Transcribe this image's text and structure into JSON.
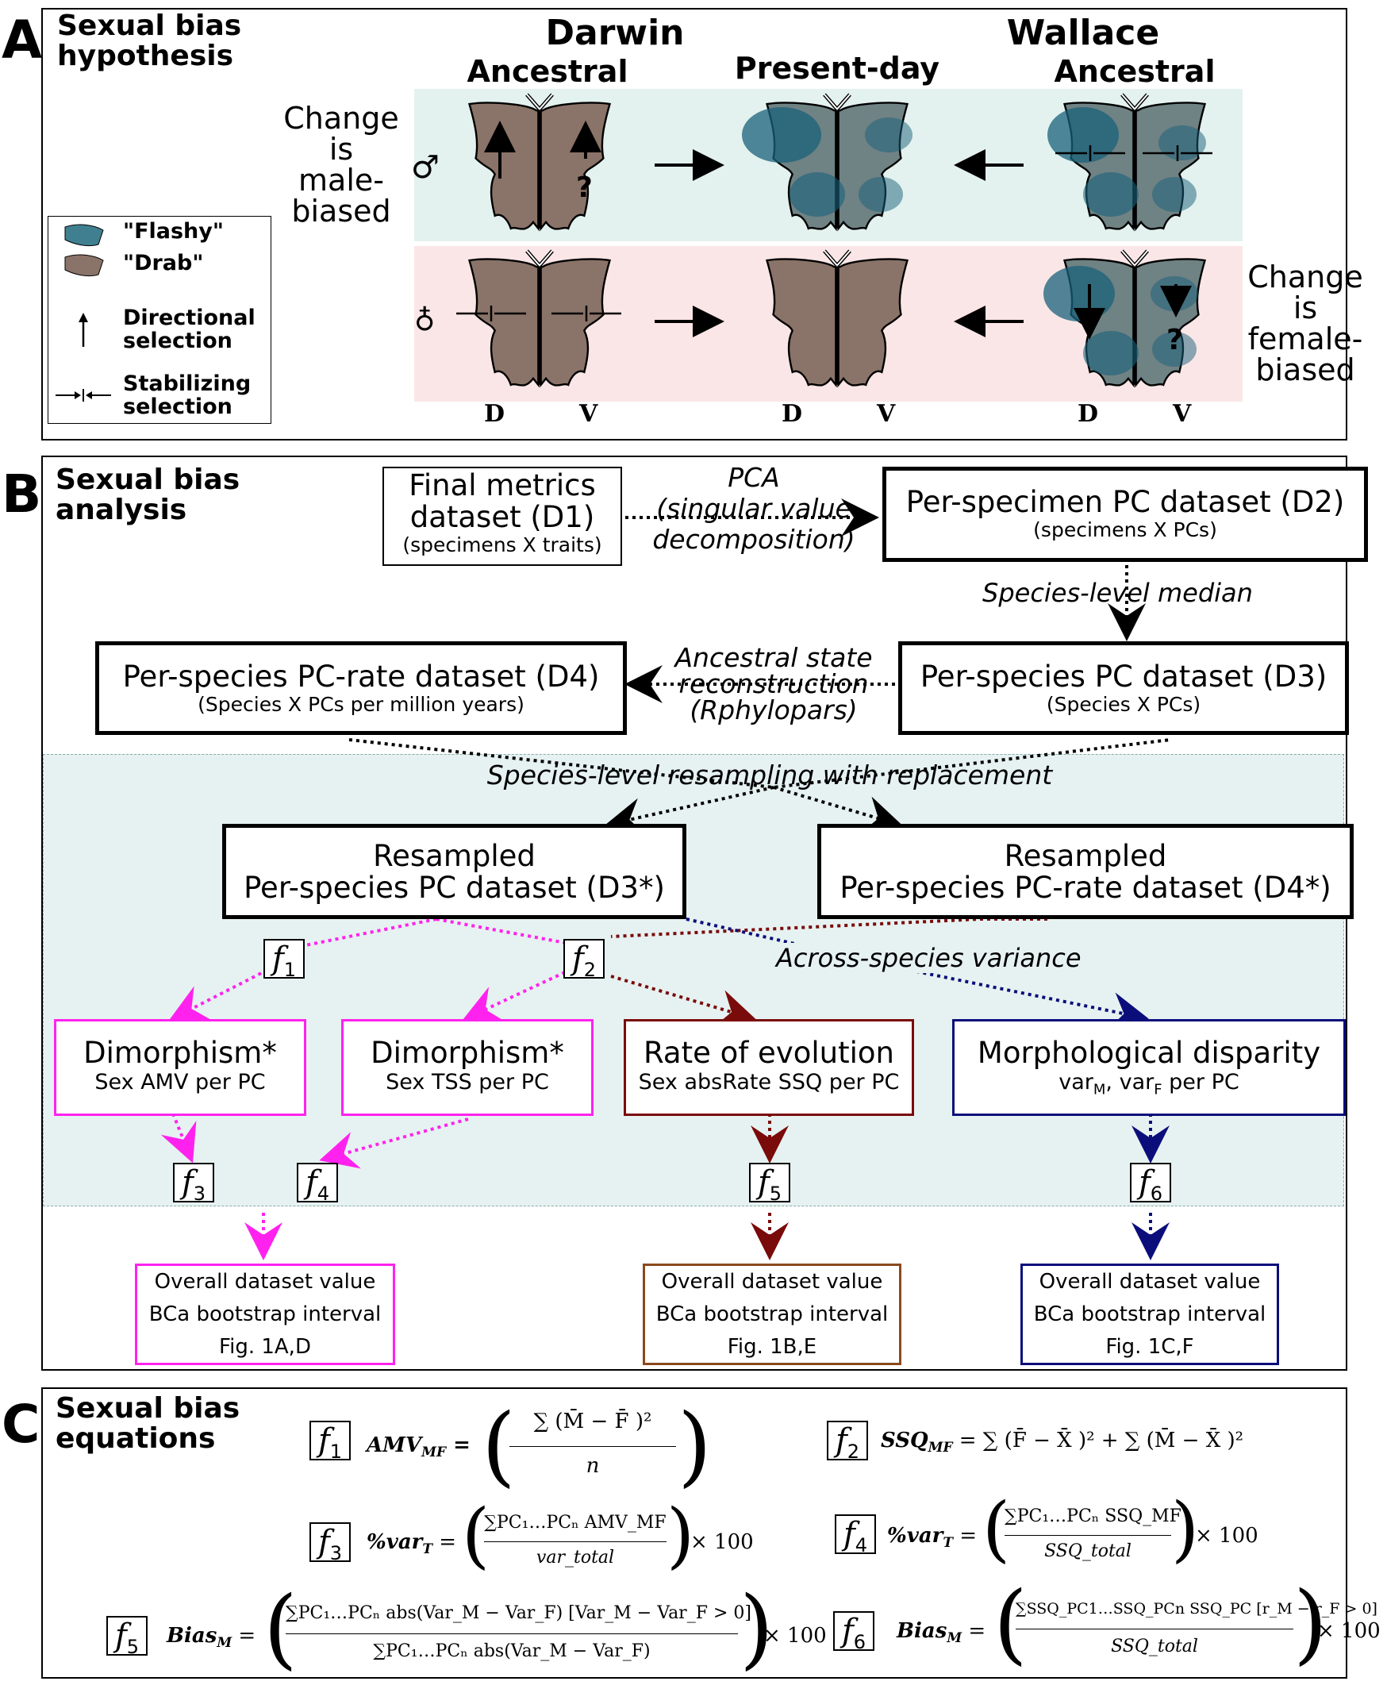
{
  "panel_a": {
    "letter": "A",
    "title": "Sexual bias\nhypothesis",
    "darwin": "Darwin",
    "wallace": "Wallace",
    "col_ancestral_left": "Ancestral",
    "col_present": "Present-day",
    "col_ancestral_right": "Ancestral",
    "male_note": "Change\nis\nmale-\nbiased",
    "female_note": "Change\nis\nfemale-\nbiased",
    "male_symbol": "♂",
    "female_symbol": "♁",
    "question": "?",
    "legend": {
      "flashy": "\"Flashy\"",
      "drab": "\"Drab\"",
      "directional": "Directional\nselection",
      "stabilizing": "Stabilizing\nselection"
    },
    "dv_labels": [
      "D",
      "V",
      "D",
      "V",
      "D",
      "V"
    ],
    "colors": {
      "flashy": "#19607a",
      "drab": "#8a7368",
      "male_band": "#e3f2ef",
      "female_band": "#fbe6e7"
    }
  },
  "panel_b": {
    "letter": "B",
    "title": "Sexual bias\nanalysis",
    "d1": {
      "title": "Final metrics\ndataset (D1)",
      "sub": "(specimens X traits)"
    },
    "pca": "PCA\n(singular value\ndecomposition)",
    "d2": {
      "title": "Per-specimen PC dataset (D2)",
      "sub": "(specimens X PCs)"
    },
    "species_median": "Species-level median",
    "d4": {
      "title": "Per-species PC-rate dataset (D4)",
      "sub": "(Species X PCs per million years)"
    },
    "asr": "Ancestral state\nreconstruction\n(Rphylopars)",
    "d3": {
      "title": "Per-species PC dataset (D3)",
      "sub": "(Species X PCs)"
    },
    "resampling": "Species-level resampling with replacement",
    "d3s": "Resampled\nPer-species PC dataset (D3*)",
    "d4s": "Resampled\nPer-species PC-rate dataset (D4*)",
    "across_species": "Across-species variance",
    "dim1": {
      "title": "Dimorphism*",
      "sub": "Sex AMV per PC"
    },
    "dim2": {
      "title": "Dimorphism*",
      "sub": "Sex TSS per PC"
    },
    "rate": {
      "title": "Rate of evolution",
      "sub": "Sex absRate SSQ per PC"
    },
    "disp": {
      "title": "Morphological disparity",
      "sub_a": "var",
      "sub_m": "M",
      "sub_b": ", var",
      "sub_f": "F",
      "sub_c": " per PC"
    },
    "f_symbol": "f",
    "f_subs": [
      "1",
      "2",
      "3",
      "4",
      "5",
      "6"
    ],
    "out1": [
      "Overall dataset value",
      "BCa bootstrap interval",
      "Fig. 1A,D"
    ],
    "out2": [
      "Overall dataset value",
      "BCa bootstrap interval",
      "Fig. 1B,E"
    ],
    "out3": [
      "Overall dataset value",
      "BCa bootstrap interval",
      "Fig. 1C,F"
    ],
    "colors": {
      "magenta": "#ff22ee",
      "darkred": "#7a0b0b",
      "brown": "#8a4a1c",
      "navy": "#0b0e7a",
      "teal_bg": "#e6f2f1"
    }
  },
  "panel_c": {
    "letter": "C",
    "title": "Sexual bias\nequations",
    "eq1": {
      "lhs": "AMV",
      "lhs_sub": "MF",
      "num": "∑ (M̄ − F̄ )²",
      "den": "n"
    },
    "eq2": {
      "lhs": "SSQ",
      "lhs_sub": "MF",
      "rhs": "= ∑ (F̄ − X̄ )² + ∑ (M̄ − X̄ )²"
    },
    "eq3": {
      "lhs": "%var",
      "lhs_sub": "T",
      "num": "∑PC₁…PCₙ AMV_MF",
      "den": "var_total",
      "tail": "× 100"
    },
    "eq4": {
      "lhs": "%var",
      "lhs_sub": "T",
      "num": "∑PC₁…PCₙ SSQ_MF",
      "den": "SSQ_total",
      "tail": "× 100"
    },
    "eq5": {
      "lhs": "Bias",
      "lhs_sub": "M",
      "num": "∑PC₁…PCₙ abs(Var_M − Var_F)  [Var_M − Var_F > 0]",
      "den": "∑PC₁…PCₙ abs(Var_M − Var_F)",
      "tail": "× 100"
    },
    "eq6": {
      "lhs": "Bias",
      "lhs_sub": "M",
      "num": "∑SSQ_PC1…SSQ_PCn SSQ_PC [r_M − r_F > 0]",
      "den": "SSQ_total",
      "tail": "× 100"
    }
  }
}
